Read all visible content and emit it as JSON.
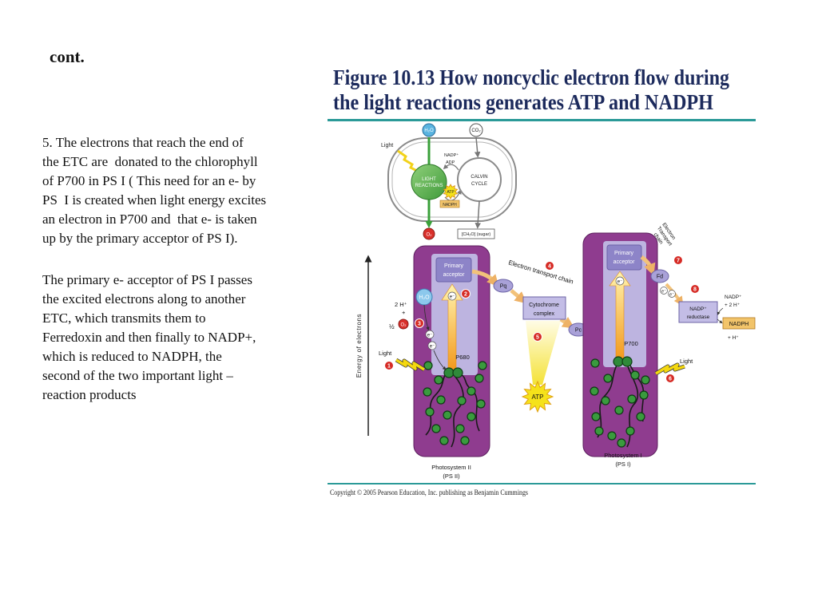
{
  "slide": {
    "title": "cont.",
    "paragraph_1": [
      "5. The electrons that reach the end of",
      "the ETC are  donated to the chlorophyll",
      "of P700 in PS I ( This need for an e- by",
      "PS  I is created when light energy excites",
      "an electron in P700 and  that e- is taken",
      "up by the primary acceptor of PS I)."
    ],
    "paragraph_2": [
      "The primary e- acceptor of PS I passes",
      "the excited electrons along to another",
      "ETC, which transmits them to",
      "Ferredoxin and then finally to NADP+,",
      "which is reduced to NADPH, the",
      "second of the two important light –",
      "reaction products"
    ]
  },
  "figure": {
    "title": [
      "Figure 10.13 How noncyclic electron flow during",
      "the light reactions generates ATP and NADPH"
    ],
    "copyright": "Copyright © 2005 Pearson Education, Inc. publishing as Benjamin Cummings",
    "overview": {
      "h2o": "H₂O",
      "co2": "CO₂",
      "light": "Light",
      "nadp": "NADP⁺",
      "adp": "ADP",
      "light_reactions": [
        "LIGHT",
        "REACTIONS"
      ],
      "atp": "ATP",
      "nadph": "NADPH",
      "calvin_cycle": [
        "CALVIN",
        "CYCLE"
      ],
      "o2": "O₂",
      "sugar": "[CH₂O] (sugar)"
    },
    "energy_axis_label": "Energy of electrons",
    "electron": "e⁻",
    "steps": [
      "1",
      "2",
      "3",
      "4",
      "5",
      "6",
      "7",
      "8"
    ],
    "ps2": {
      "primary_acceptor": [
        "Primary",
        "acceptor"
      ],
      "h2o": "H₂O",
      "protons": "2 H⁺",
      "plus": "+",
      "half": "½",
      "o2": "O₂",
      "reaction_center": "P680",
      "light": "Light",
      "name": [
        "Photosystem II",
        "(PS II)"
      ]
    },
    "etc": {
      "label": "Electron transport chain",
      "pq": "Pq",
      "cytochrome": [
        "Cytochrome",
        "complex"
      ],
      "pc": "Pc",
      "atp": "ATP"
    },
    "ps1": {
      "primary_acceptor": [
        "Primary",
        "acceptor"
      ],
      "reaction_center": "P700",
      "light": "Light",
      "name": [
        "Photosystem I",
        "(PS I)"
      ],
      "etc_label": [
        "Electron",
        "Transport",
        "chain"
      ],
      "fd": "Fd",
      "reductase": [
        "NADP⁺",
        "reductase"
      ],
      "nadp_input": [
        "NADP⁺",
        "+ 2 H⁺"
      ],
      "nadph": "NADPH",
      "h_output": "+ H⁺"
    },
    "colors": {
      "title": "#1c2a5c",
      "rule": "#2b9a98",
      "photosystem": "#8f3c8f",
      "acceptor": "#8d84c8",
      "step_marker": "#d62b25",
      "chlorophyll": "#3a9a3e"
    }
  }
}
